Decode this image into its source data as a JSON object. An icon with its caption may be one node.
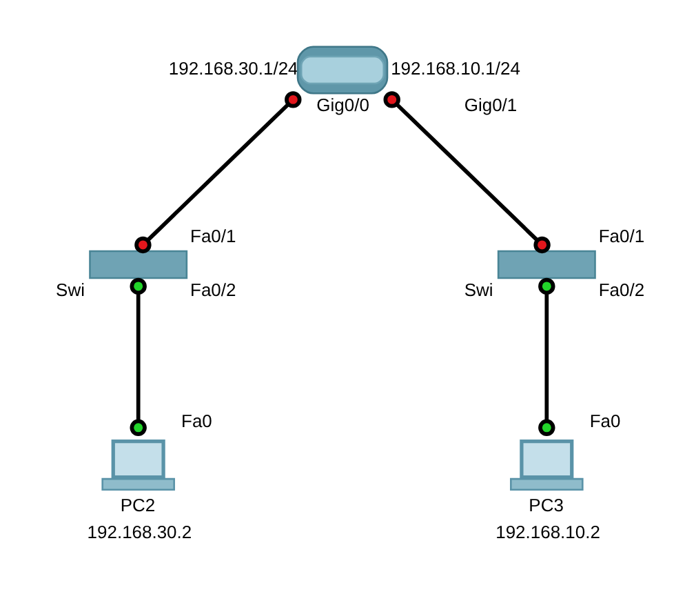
{
  "diagram": {
    "nodes": [
      {
        "text": [],
        "shape": "cylinder",
        "beside": [
          "192.168.30.1/24",
          "192.168.10.1/24",
          "Gig0/1",
          "Gig0/0"
        ]
      },
      {
        "text": [
          "Swi"
        ],
        "beside": [
          "Fa0/1",
          "Fa0/2"
        ]
      },
      {
        "text": [
          "Swi"
        ],
        "beside": [
          "Fa0/1",
          "Fa0/2"
        ]
      },
      {
        "text": [
          "PC2"
        ],
        "beside": [
          "Fa0",
          "192.168.30.2"
        ]
      },
      {
        "text": [
          "PC3"
        ],
        "beside": [
          "Fa0",
          "192.168.10.2"
        ]
      }
    ],
    "edges": [
      {
        "from": 0,
        "to": 1,
        "arrow": "other"
      },
      {
        "from": 0,
        "to": 2,
        "arrow": "other"
      },
      {
        "from": 1,
        "to": 3,
        "arrow": "other"
      },
      {
        "from": 2,
        "to": 4,
        "arrow": "other"
      }
    ]
  }
}
